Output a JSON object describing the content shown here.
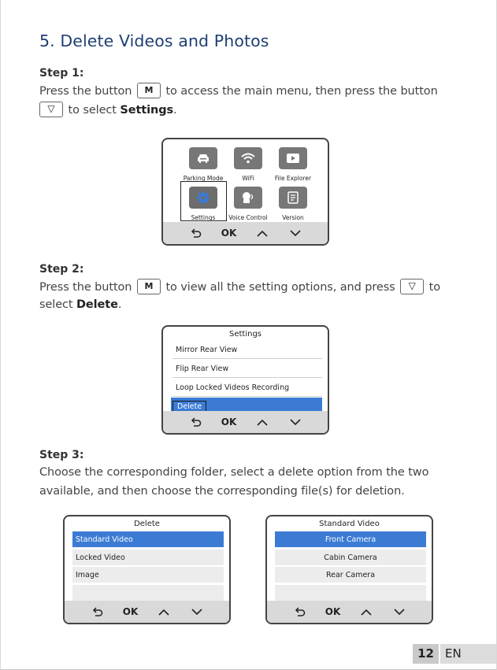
{
  "section_title": "5. Delete Videos and Photos",
  "step1": {
    "title": "Step 1:",
    "line1_a": "Press the button",
    "key_m": "M",
    "line1_b": "to access the main menu, then press the button",
    "key_down": "▽",
    "line2_a": "to select",
    "line2_bold": "Settings",
    "line2_end": "."
  },
  "main_menu": {
    "items": [
      {
        "label": "Parking Mode",
        "icon": "car-icon"
      },
      {
        "label": "WiFi",
        "icon": "wifi-icon"
      },
      {
        "label": "File Explorer",
        "icon": "play-icon"
      },
      {
        "label": "Settings",
        "icon": "gear-icon"
      },
      {
        "label": "Voice Control",
        "icon": "voice-icon"
      },
      {
        "label": "Version",
        "icon": "document-icon"
      }
    ],
    "selected": "Settings"
  },
  "control_bar": {
    "back_icon": "back-arrow-icon",
    "ok": "OK",
    "up_icon": "chevron-up-icon",
    "down_icon": "chevron-down-icon"
  },
  "step2": {
    "title": "Step 2:",
    "line1_a": "Press the button",
    "key_m": "M",
    "line1_b": "to view all the setting options, and press",
    "key_down": "▽",
    "line1_c": "to",
    "line2_a": "select",
    "line2_bold": "Delete",
    "line2_end": "."
  },
  "settings_screen": {
    "title": "Settings",
    "rows": [
      "Mirror Rear View",
      "Flip Rear View",
      "Loop Locked Videos Recording",
      "Delete"
    ],
    "selected": "Delete"
  },
  "step3": {
    "title": "Step 3:",
    "line1": "Choose the corresponding folder, select a delete option from the two",
    "line2": "available, and then choose the corresponding file(s) for deletion."
  },
  "delete_screen": {
    "title": "Delete",
    "rows": [
      "Standard Video",
      "Locked Video",
      "Image"
    ],
    "selected": "Standard Video"
  },
  "standard_video_screen": {
    "title": "Standard Video",
    "rows": [
      "Front Camera",
      "Cabin Camera",
      "Rear Camera"
    ],
    "selected": "Front Camera"
  },
  "footer": {
    "page_number": "12",
    "language": "EN"
  }
}
